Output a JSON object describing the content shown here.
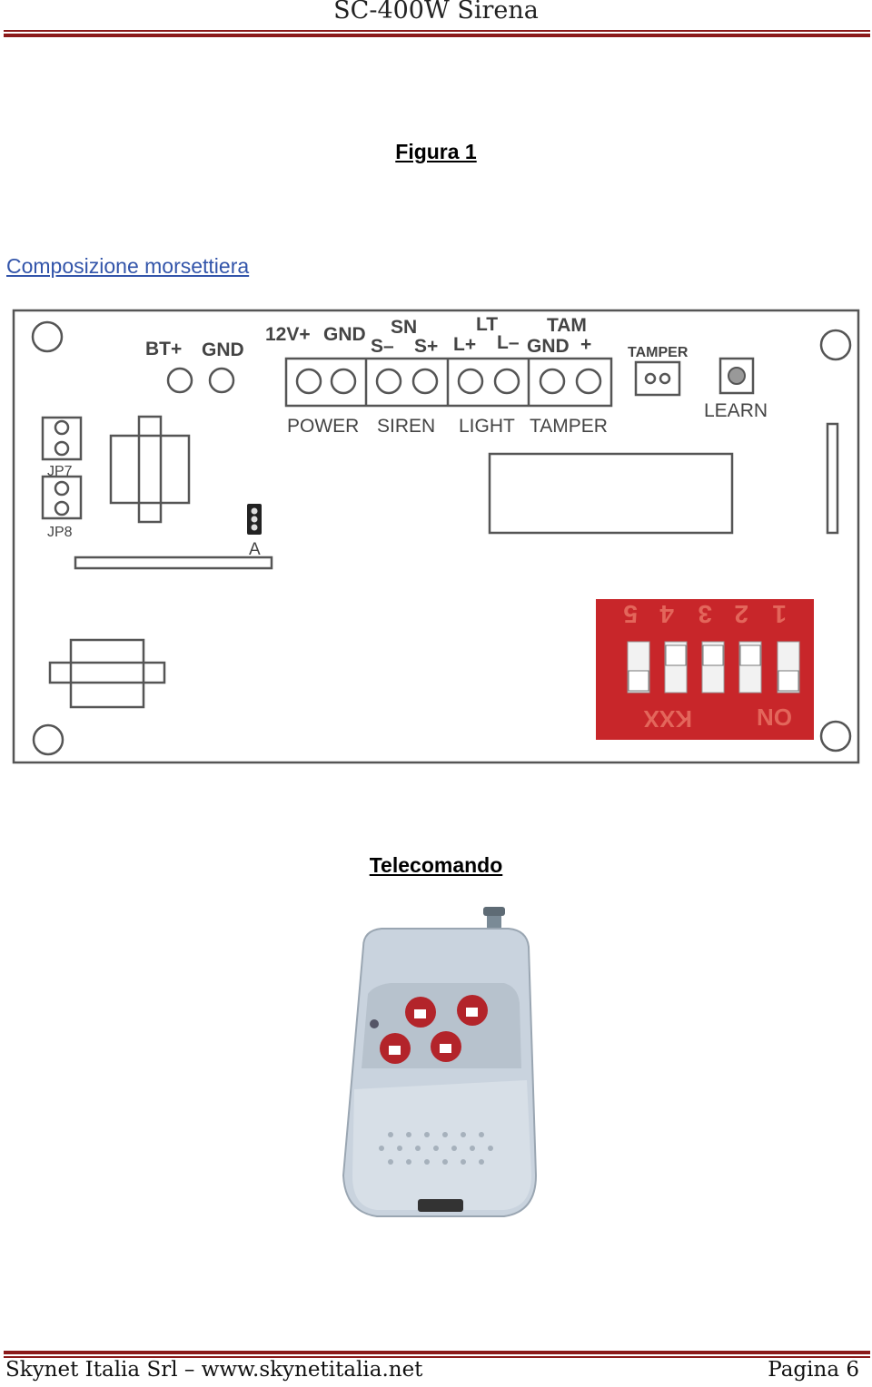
{
  "header": {
    "title": "SC-400W Sirena"
  },
  "figure_caption": "Figura 1",
  "section_heading": "Composizione morsettiera",
  "board": {
    "bt_plus": "BT+",
    "gnd": "GND",
    "v12_plus": "12V+",
    "gnd2": "GND",
    "sn": "SN",
    "s_minus": "S–",
    "s_plus": "S+",
    "lt": "LT",
    "l_plus": "L+",
    "l_minus": "L–",
    "tam": "TAM",
    "gnd3": "GND",
    "tam_plus": "+",
    "tamper_small": "TAMPER",
    "learn": "LEARN",
    "power": "POWER",
    "siren": "SIREN",
    "light": "LIGHT",
    "tamper": "TAMPER",
    "jp7": "JP7",
    "jp8": "JP8",
    "a": "A",
    "dip_numbers": [
      "5",
      "4",
      "3",
      "2",
      "1"
    ],
    "dip_kxx": "KXX",
    "dip_on": "ON"
  },
  "remote_caption": "Telecomando",
  "footer": {
    "left": "Skynet Italia Srl – www.skynetitalia.net",
    "right": "Pagina 6"
  }
}
